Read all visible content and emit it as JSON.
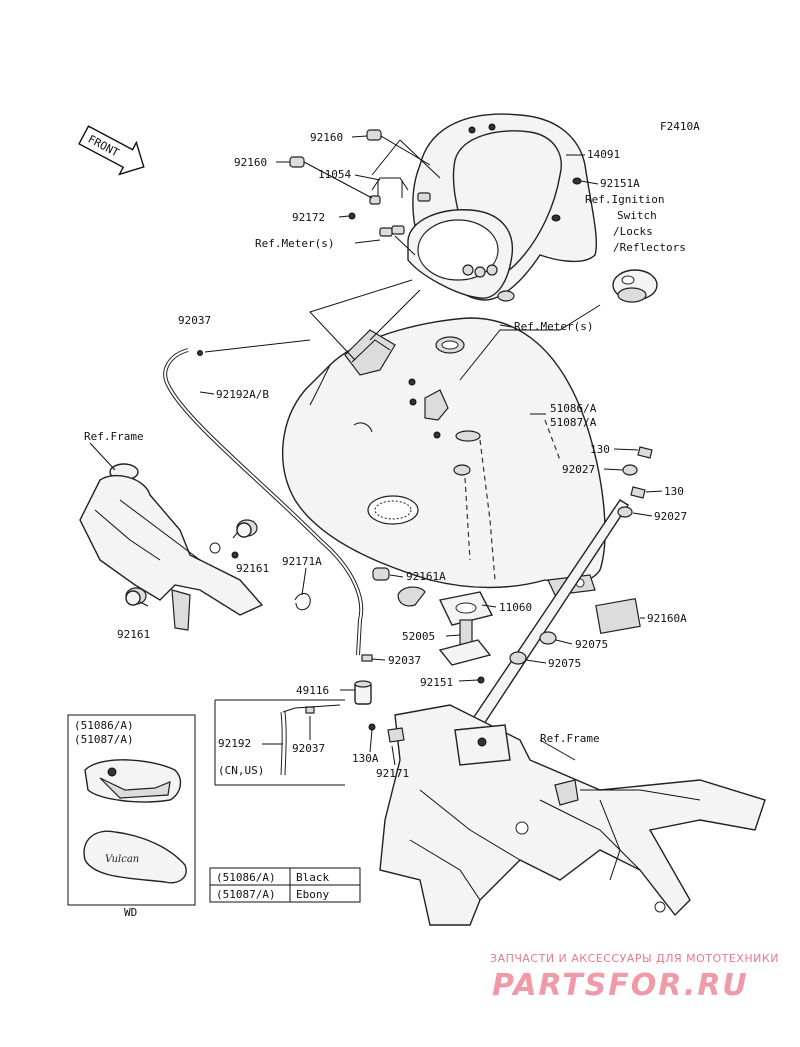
{
  "diagram": {
    "code": "F2410A",
    "front_label": "FRONT",
    "labels": {
      "l92160a": "92160",
      "l14091": "14091",
      "l92160b": "92160",
      "l11054": "11054",
      "l92151A": "92151A",
      "l92172": "92172",
      "refIgn1": "Ref.Ignition",
      "refIgn2": "Switch",
      "refIgn3": "/Locks",
      "refIgn4": "/Reflectors",
      "refMeter1": "Ref.Meter(s)",
      "refMeter2": "Ref.Meter(s)",
      "l92037a": "92037",
      "l92192AB": "92192A/B",
      "l51086A": "51086/A",
      "l51087A": "51087/A",
      "refFrame1": "Ref.Frame",
      "l130a": "130",
      "l92027a": "92027",
      "l130b": "130",
      "l92027b": "92027",
      "l92161a": "92161",
      "l92171A": "92171A",
      "l92161b": "92161",
      "l92161A": "92161A",
      "l11060": "11060",
      "l92160A": "92160A",
      "l52005": "52005",
      "l92075a": "92075",
      "l92075b": "92075",
      "l92037b": "92037",
      "l92151": "92151",
      "l49116": "49116",
      "refFrame2": "Ref.Frame",
      "l92192": "92192",
      "l92037c": "92037",
      "l130A": "130A",
      "cnus": "(CN,US)",
      "l92171": "92171",
      "inset1": "(51086/A)",
      "inset2": "(51087/A)",
      "wd": "WD"
    },
    "color_table": [
      {
        "code": "(51086/A)",
        "color": "Black"
      },
      {
        "code": "(51087/A)",
        "color": "Ebony"
      }
    ]
  },
  "watermark": {
    "tagline": "ЗАПЧАСТИ И АКСЕССУАРЫ ДЛЯ МОТОТЕХНИКИ",
    "brand": "PARTSFOR.RU",
    "color": "#ef9aa6"
  }
}
